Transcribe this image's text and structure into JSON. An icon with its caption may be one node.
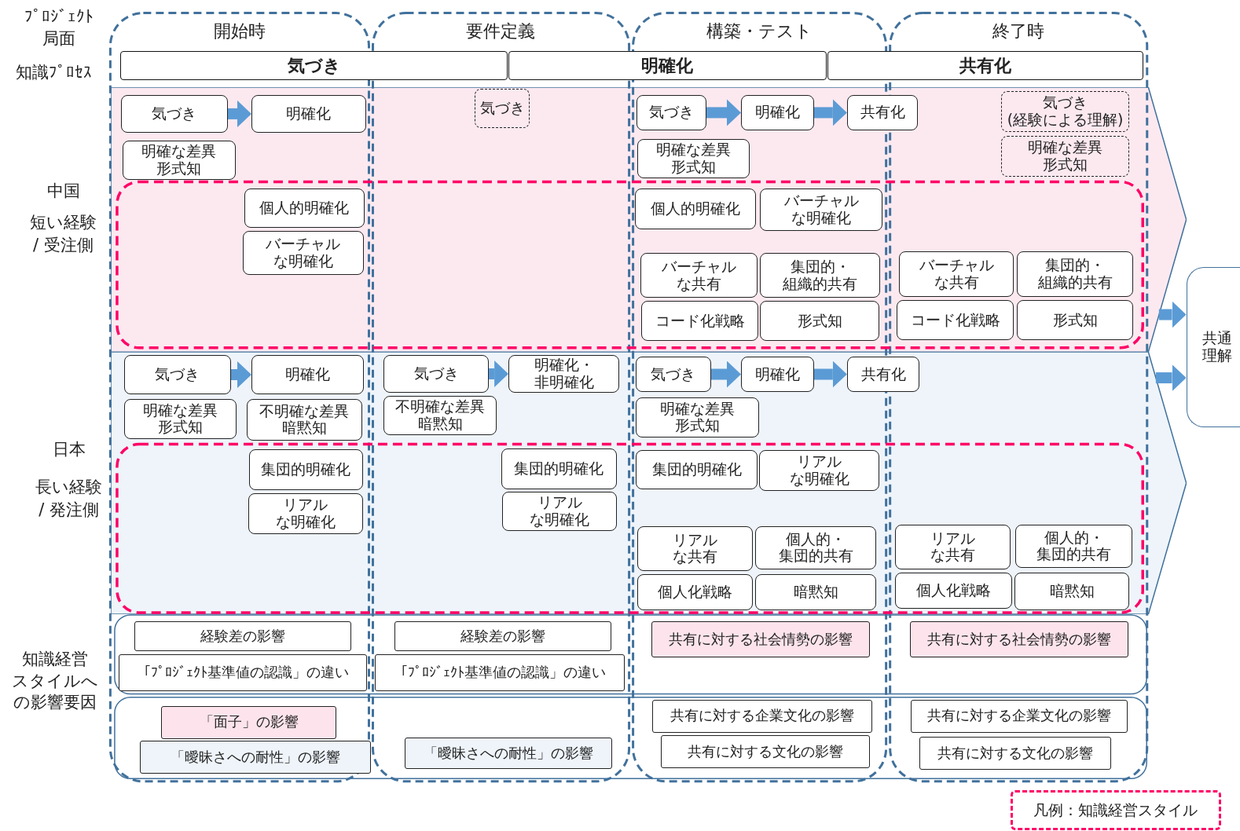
{
  "diagram": {
    "nodes": [
      {
        "text": [
          "気づき"
        ]
      },
      {
        "text": [
          "明確化"
        ]
      },
      {
        "text": [
          "共有化"
        ]
      },
      {
        "text": [],
        "shape": "chevron"
      },
      {
        "text": [],
        "shape": "chevron"
      },
      {
        "text": [
          "共通理解"
        ]
      },
      {
        "text": [
          "気づき"
        ],
        "in": 3
      },
      {
        "text": [
          "明確化"
        ],
        "in": 3
      },
      {
        "text": [
          "明確な差異形式知"
        ],
        "in": 3
      },
      {
        "text": [
          "個人的明確化"
        ],
        "in": 3
      },
      {
        "text": [
          "バーチャルな明確化"
        ],
        "in": 3
      },
      {
        "text": [
          "気づき"
        ],
        "in": 3
      },
      {
        "text": [
          "気づき"
        ],
        "in": 3
      },
      {
        "text": [
          "明確化"
        ],
        "in": 3
      },
      {
        "text": [
          "共有化"
        ],
        "in": 3
      },
      {
        "text": [
          "明確な差異形式知"
        ],
        "in": 3
      },
      {
        "text": [
          "個人的明確化"
        ],
        "in": 3
      },
      {
        "text": [
          "バーチャルな明確化"
        ],
        "in": 3
      },
      {
        "text": [
          "バーチャルな共有"
        ],
        "in": 3
      },
      {
        "text": [
          "集団的・組織的共有"
        ],
        "in": 3
      },
      {
        "text": [
          "コード化戦略"
        ],
        "in": 3
      },
      {
        "text": [
          "形式知"
        ],
        "in": 3
      },
      {
        "text": [
          "気づき",
          "(経験による理解)"
        ],
        "in": 3
      },
      {
        "text": [
          "明確な差異形式知"
        ],
        "in": 3
      },
      {
        "text": [
          "バーチャルな共有"
        ],
        "in": 3
      },
      {
        "text": [
          "集団的・組織的共有"
        ],
        "in": 3
      },
      {
        "text": [
          "コード化戦略"
        ],
        "in": 3
      },
      {
        "text": [
          "形式知"
        ],
        "in": 3
      },
      {
        "text": [
          "気づき"
        ],
        "in": 4
      },
      {
        "text": [
          "明確化"
        ],
        "in": 4
      },
      {
        "text": [
          "明確な差異形式知"
        ],
        "in": 4
      },
      {
        "text": [
          "不明確な差異暗黙知"
        ],
        "in": 4
      },
      {
        "text": [
          "集団的明確化"
        ],
        "in": 4
      },
      {
        "text": [
          "リアルな明確化"
        ],
        "in": 4
      },
      {
        "text": [
          "気づき"
        ],
        "in": 4
      },
      {
        "text": [
          "明確化・非明確化"
        ],
        "in": 4
      },
      {
        "text": [
          "不明確な差異暗黙知"
        ],
        "in": 4
      },
      {
        "text": [
          "集団的明確化"
        ],
        "in": 4
      },
      {
        "text": [
          "リアルな明確化"
        ],
        "in": 4
      },
      {
        "text": [
          "気づき"
        ],
        "in": 4
      },
      {
        "text": [
          "明確化"
        ],
        "in": 4
      },
      {
        "text": [
          "共有化"
        ],
        "in": 4
      },
      {
        "text": [
          "明確な差異形式知"
        ],
        "in": 4
      },
      {
        "text": [
          "集団的明確化"
        ],
        "in": 4
      },
      {
        "text": [
          "リアルな明確化"
        ],
        "in": 4
      },
      {
        "text": [
          "リアルな共有"
        ],
        "in": 4
      },
      {
        "text": [
          "個人的・集団的共有"
        ],
        "in": 4
      },
      {
        "text": [
          "個人化戦略"
        ],
        "in": 4
      },
      {
        "text": [
          "暗黙知"
        ],
        "in": 4
      },
      {
        "text": [
          "リアルな共有"
        ],
        "in": 4
      },
      {
        "text": [
          "個人的・集団的共有"
        ],
        "in": 4
      },
      {
        "text": [
          "個人化戦略"
        ],
        "in": 4
      },
      {
        "text": [
          "暗黙知"
        ],
        "in": 4
      },
      {
        "text": [
          "経験差の影響"
        ]
      },
      {
        "text": [
          "「ﾌﾟﾛｼﾞｪｸﾄ基準値の認識」の違い"
        ]
      },
      {
        "text": [
          "経験差の影響"
        ]
      },
      {
        "text": [
          "「ﾌﾟﾛｼﾞｪｸﾄ基準値の認識」の違い"
        ]
      },
      {
        "text": [
          "共有に対する社会情勢の影響"
        ]
      },
      {
        "text": [
          "共有に対する社会情勢の影響"
        ]
      },
      {
        "text": [
          "「面子」の影響"
        ]
      },
      {
        "text": [
          "「曖昧さへの耐性」の影響"
        ]
      },
      {
        "text": [
          "「曖昧さへの耐性」の影響"
        ]
      },
      {
        "text": [
          "共有に対する企業文化の影響"
        ]
      },
      {
        "text": [
          "共有に対する文化の影響"
        ]
      },
      {
        "text": [
          "共有に対する企業文化の影響"
        ]
      },
      {
        "text": [
          "共有に対する文化の影響"
        ]
      }
    ],
    "edges": [
      {
        "from": 6,
        "to": 7,
        "arrow": "to"
      },
      {
        "from": 12,
        "to": 13,
        "arrow": "to"
      },
      {
        "from": 13,
        "to": 14,
        "arrow": "to"
      },
      {
        "from": 28,
        "to": 29,
        "arrow": "to"
      },
      {
        "from": 34,
        "to": 35,
        "arrow": "to"
      },
      {
        "from": 39,
        "to": 40,
        "arrow": "to"
      },
      {
        "from": 40,
        "to": 41,
        "arrow": "to"
      },
      {
        "from": 3,
        "to": 5,
        "arrow": "to"
      },
      {
        "from": 4,
        "to": 5,
        "arrow": "to"
      }
    ],
    "labels": [
      "ﾌﾟﾛｼﾞｪｸﾄ局面",
      "開始時",
      "要件定義",
      "構築・テスト",
      "終了時",
      "知識ﾌﾟﾛｾｽ",
      "中国",
      "短い経験",
      "/ 受注側",
      "日本",
      "長い経験",
      "/ 発注側",
      "知識経営スタイルへの影響要因"
    ],
    "legend": [
      {
        "text": "凡例：知識経営スタイル"
      }
    ]
  }
}
